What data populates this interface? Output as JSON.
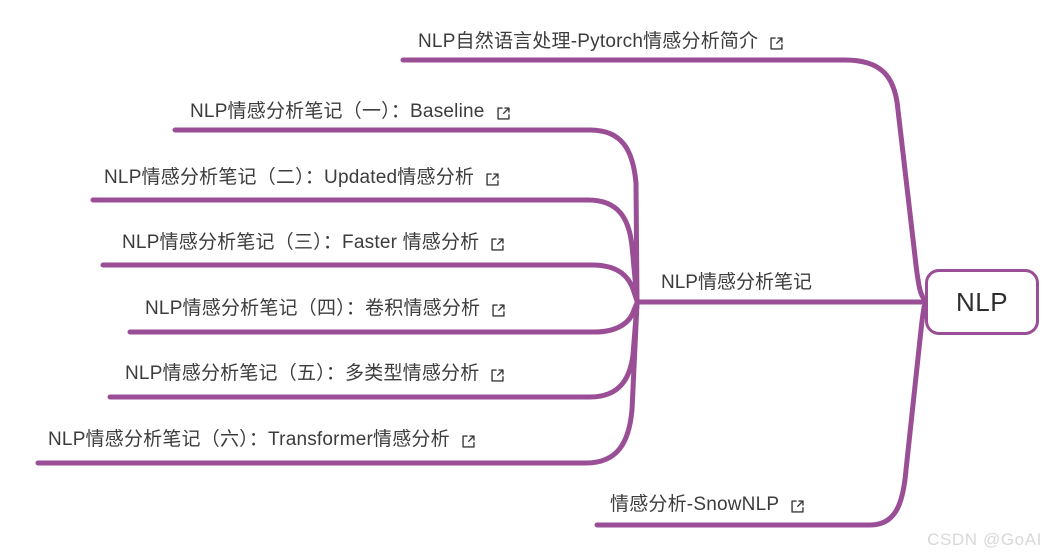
{
  "diagram": {
    "type": "mindmap",
    "title": "NLP",
    "accent_color": "#9a4e96",
    "text_color": "#3c3c3c",
    "background": "#ffffff",
    "root": {
      "label": "NLP"
    },
    "mid_nodes": [
      {
        "label": "NLP情感分析笔记"
      }
    ],
    "leaves": [
      {
        "label": "NLP自然语言处理-Pytorch情感分析简介",
        "icon": "external-link-icon",
        "parent": "NLP"
      },
      {
        "label": "NLP情感分析笔记（一）：Baseline",
        "icon": "external-link-icon",
        "parent": "NLP情感分析笔记"
      },
      {
        "label": "NLP情感分析笔记（二）：Updated情感分析",
        "icon": "external-link-icon",
        "parent": "NLP情感分析笔记"
      },
      {
        "label": "NLP情感分析笔记（三）：Faster 情感分析",
        "icon": "external-link-icon",
        "parent": "NLP情感分析笔记"
      },
      {
        "label": "NLP情感分析笔记（四）：卷积情感分析",
        "icon": "external-link-icon",
        "parent": "NLP情感分析笔记"
      },
      {
        "label": "NLP情感分析笔记（五）：多类型情感分析",
        "icon": "external-link-icon",
        "parent": "NLP情感分析笔记"
      },
      {
        "label": "NLP情感分析笔记（六）：Transformer情感分析",
        "icon": "external-link-icon",
        "parent": "NLP情感分析笔记"
      },
      {
        "label": "情感分析-SnowNLP",
        "icon": "external-link-icon",
        "parent": "NLP"
      }
    ]
  },
  "watermark": {
    "text": "CSDN @GoAI"
  }
}
